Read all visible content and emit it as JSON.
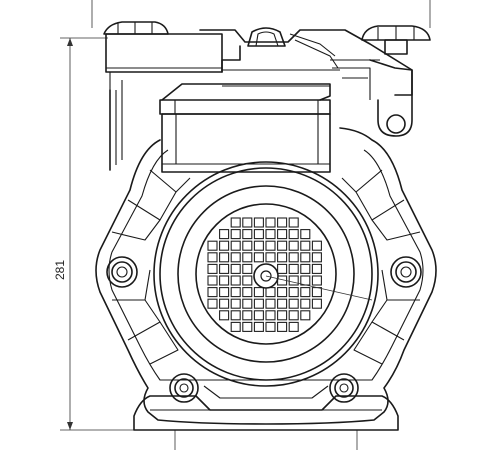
{
  "dimensions": {
    "height_label": "281"
  },
  "colors": {
    "line": "#1a1a1a",
    "background": "#ffffff"
  },
  "grill": {
    "rows": 10,
    "cols": 10
  }
}
